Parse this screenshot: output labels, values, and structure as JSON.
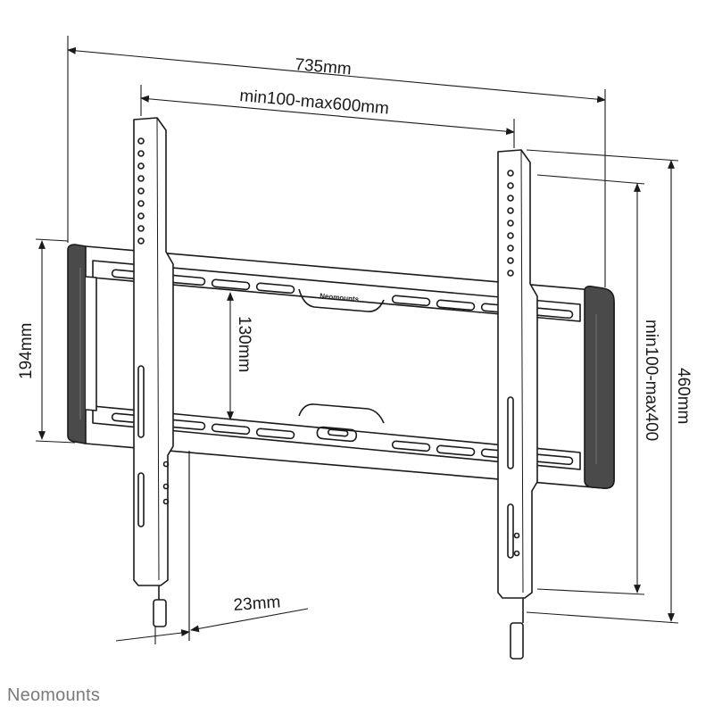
{
  "brand": "Neomounts",
  "product_logo": "Neomounts",
  "colors": {
    "line": "#1a1a1a",
    "metal": "#ffffff",
    "pad": "#4a4a4a",
    "brand_gray": "#7a7a7a"
  },
  "dimensions": {
    "overall_width": "735mm",
    "vesa_width": "min100-max600mm",
    "bracket_height": "194mm",
    "rail_spacing": "130mm",
    "vesa_height": "min100-max400",
    "overall_height": "460mm",
    "depth": "23mm"
  }
}
